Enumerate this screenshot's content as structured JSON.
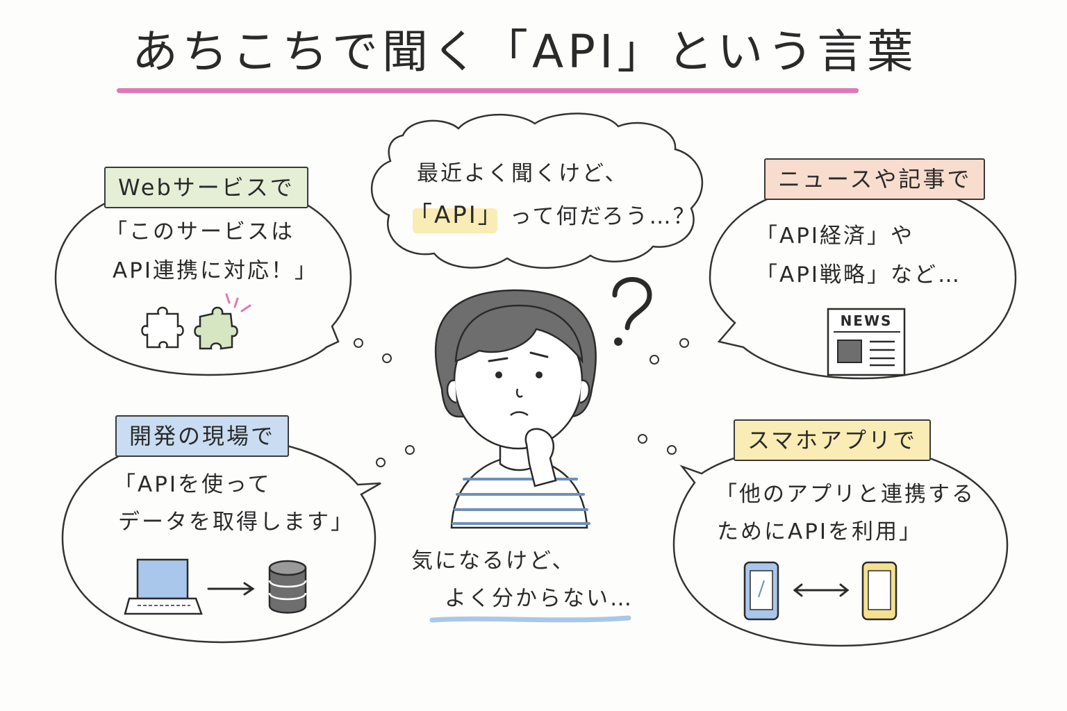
{
  "title": "あちこちで聞く「API」という言葉",
  "center_thought": {
    "line1": "最近よく聞くけど、",
    "line2_api": "「API」",
    "line2_rest": "って何だろう…？"
  },
  "bottom_caption": {
    "line1": "気になるけど、",
    "line2": "よく分からない…"
  },
  "panels": {
    "web": {
      "tag": "Webサービスで",
      "line1": "「このサービスは",
      "line2": "API連携に対応！」",
      "tag_color": "#e4efd6"
    },
    "news": {
      "tag": "ニュースや記事で",
      "line1": "「API経済」や",
      "line2": "「API戦略」など…",
      "newspaper_label": "NEWS",
      "tag_color": "#f8dccd"
    },
    "dev": {
      "tag": "開発の現場で",
      "line1": "「APIを使って",
      "line2": "データを取得します」",
      "tag_color": "#c9dcf1"
    },
    "app": {
      "tag": "スマホアプリで",
      "line1": "「他のアプリと連携する",
      "line2": "ためにAPIを利用」",
      "tag_color": "#f9ecb4"
    }
  },
  "accents": {
    "pink": "#de79b6",
    "highlight_yellow": "#f9ecb4",
    "highlight_blue": "#c9dcf1",
    "phone_blue": "#a9c7ea",
    "phone_yellow": "#f4e08e",
    "puzzle_green": "#d7e6c2"
  },
  "icons": [
    "puzzle-icon",
    "newspaper-icon",
    "laptop-icon",
    "database-icon",
    "smartphone-icon",
    "question-mark-icon"
  ]
}
